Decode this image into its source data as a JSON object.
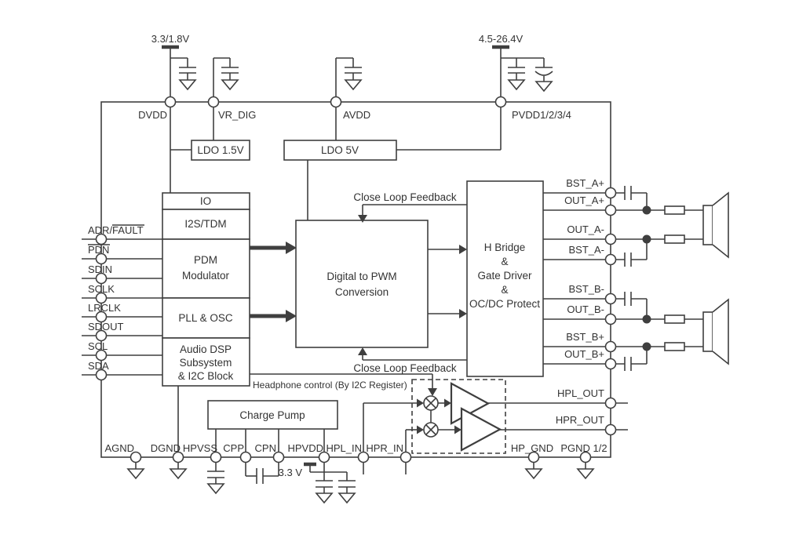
{
  "diagram": {
    "supplies": {
      "digital_rail": "3.3/1.8V",
      "pvdd_rail": "4.5-26.4V",
      "hp_rail": "3.3 V"
    },
    "top_pins": {
      "dvdd": "DVDD",
      "vr_dig": "VR_DIG",
      "avdd": "AVDD",
      "pvdd": "PVDD1/2/3/4"
    },
    "regulators": {
      "ldo15": "LDO 1.5V",
      "ldo5": "LDO 5V"
    },
    "left_pins": {
      "adr_fault": "ADR/FAULT",
      "pdn": "PDN",
      "sdin": "SDIN",
      "sclk": "SCLK",
      "lrclk": "LRCLK",
      "sdout": "SDOUT",
      "scl": "SCL",
      "sda": "SDA"
    },
    "blocks": {
      "io": "IO",
      "i2s_tdm": "I2S/TDM",
      "pdm": [
        "PDM",
        "Modulator"
      ],
      "pll": "PLL & OSC",
      "dsp": [
        "Audio DSP",
        "Subsystem",
        "& I2C Block"
      ],
      "pwm": [
        "Digital to PWM",
        "Conversion"
      ],
      "hbridge": [
        "H Bridge",
        "&",
        "Gate Driver",
        "&",
        "OC/DC Protect"
      ],
      "charge_pump": "Charge Pump"
    },
    "annotations": {
      "feedback_top": "Close Loop Feedback",
      "feedback_bottom": "Close Loop Feedback",
      "hp_control": "Headphone  control (By I2C Register)"
    },
    "right_pins": {
      "bst_ap": "BST_A+",
      "out_ap": "OUT_A+",
      "out_am": "OUT_A-",
      "bst_am": "BST_A-",
      "bst_bm": "BST_B-",
      "out_bm": "OUT_B-",
      "bst_bp": "BST_B+",
      "out_bp": "OUT_B+",
      "hpl_out": "HPL_OUT",
      "hpr_out": "HPR_OUT"
    },
    "bottom_pins": {
      "agnd": "AGND",
      "dgnd": "DGND",
      "hpvss": "HPVSS",
      "cpp": "CPP",
      "cpn": "CPN",
      "hpvdd": "HPVDD",
      "hpl_in": "HPL_IN",
      "hpr_in": "HPR_IN",
      "hp_gnd": "HP_GND",
      "pgnd": "PGND 1/2"
    },
    "colors": {
      "line": "#3f3f3f",
      "text": "#333333"
    }
  }
}
